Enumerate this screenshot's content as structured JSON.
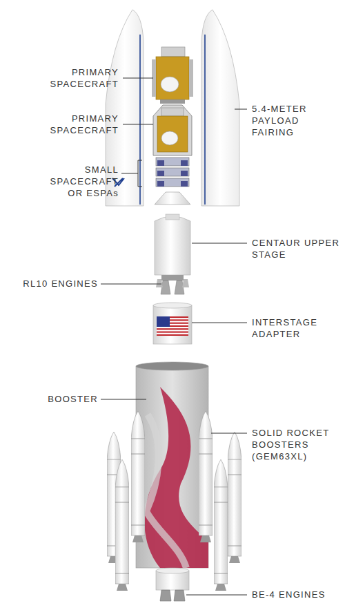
{
  "diagram": {
    "labels": [
      "PRIMARY SPACECRAFT",
      "PRIMARY SPACECRAFT",
      "SMALL SPACECRAFT OR ESPAs",
      "5.4-METER PAYLOAD FAIRING",
      "CENTAUR UPPER STAGE",
      "RL10 ENGINES",
      "INTERSTAGE ADAPTER",
      "BOOSTER",
      "SOLID ROCKET BOOSTERS (GEM63XL)",
      "BE-4 ENGINES"
    ]
  }
}
